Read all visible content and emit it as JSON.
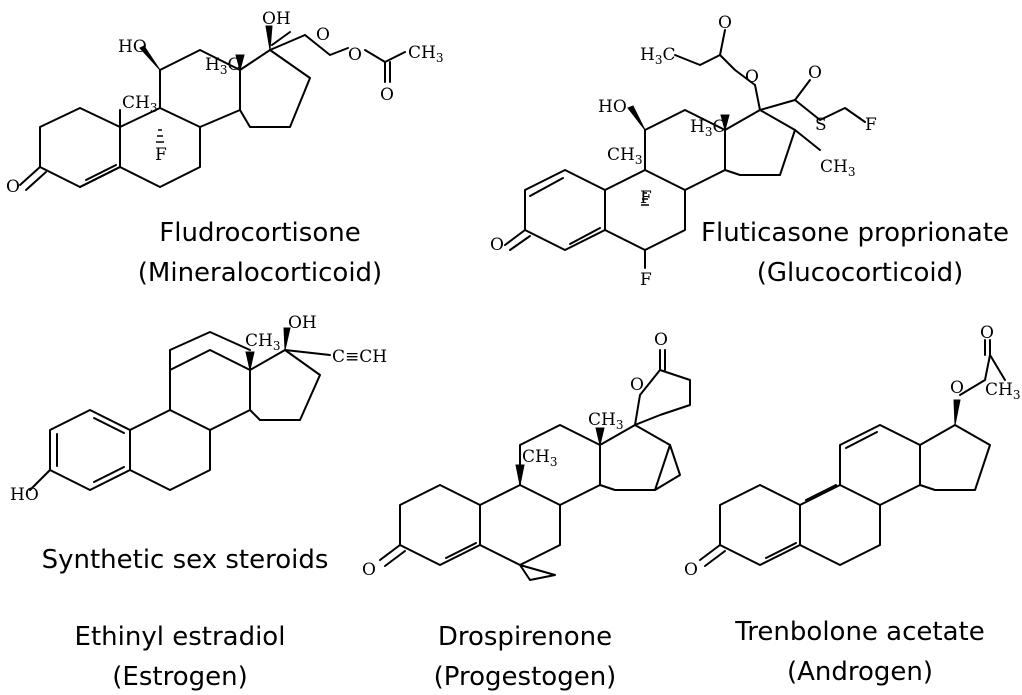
{
  "compounds": {
    "fludrocortisone": {
      "name": "Fludrocortisone",
      "class": "(Mineralocorticoid)"
    },
    "fluticasone": {
      "name": "Fluticasone proprionate",
      "class": "(Glucocorticoid)"
    },
    "ethinyl_estradiol": {
      "name": "Ethinyl estradiol",
      "class": "(Estrogen)"
    },
    "drospirenone": {
      "name": "Drospirenone",
      "class": "(Progestogen)"
    },
    "trenbolone": {
      "name": "Trenbolone acetate",
      "class": "(Androgen)"
    }
  },
  "section_label": "Synthetic sex steroids",
  "atoms": {
    "ho": "HO",
    "oh": "OH",
    "o": "O",
    "f": "F",
    "s": "S",
    "h": "H",
    "c": "C",
    "ch": "CH",
    "three": "3",
    "ethynyl": "C≡CH"
  }
}
